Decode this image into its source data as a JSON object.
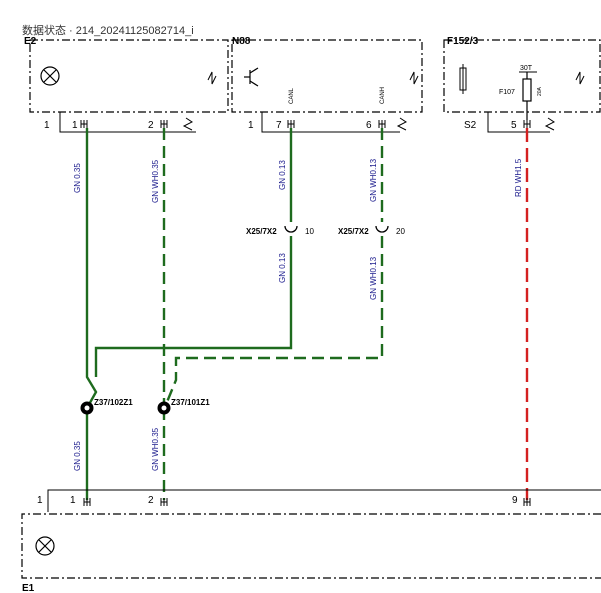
{
  "header": {
    "caption": "数据状态 · 214_20241125082714_i"
  },
  "components": {
    "e2": {
      "ref": "E2",
      "pins": [
        "1",
        "1",
        "2"
      ]
    },
    "n88": {
      "ref": "N88",
      "pins": [
        "1",
        "7",
        "6"
      ],
      "signals": [
        "CANL",
        "CANH"
      ]
    },
    "f152": {
      "ref": "F152/3",
      "pins": [
        "S2",
        "5"
      ],
      "fuse": "F107",
      "terminal": "30T",
      "rating": "20A"
    },
    "e1": {
      "ref": "E1",
      "pins": [
        "1",
        "1",
        "2",
        "9"
      ]
    }
  },
  "connectors": [
    {
      "ref": "X25/7X2",
      "pin": "10"
    },
    {
      "ref": "X25/7X2",
      "pin": "20"
    }
  ],
  "splices": [
    "Z37/102Z1",
    "Z37/101Z1"
  ],
  "wires": [
    {
      "label": "GN 0.35",
      "color": "#1e6b1e"
    },
    {
      "label": "GN WH0.35",
      "color": "#1e6b1e"
    },
    {
      "label": "GN 0.13",
      "color": "#1e6b1e"
    },
    {
      "label": "GN WH0.13",
      "color": "#1e6b1e"
    },
    {
      "label": "GN 0.13",
      "color": "#1e6b1e"
    },
    {
      "label": "GN WH0.13",
      "color": "#1e6b1e"
    },
    {
      "label": "RD WH1.5",
      "color": "#d42020"
    },
    {
      "label": "GN 0.35",
      "color": "#1e6b1e"
    },
    {
      "label": "GN WH0.35",
      "color": "#1e6b1e"
    }
  ]
}
